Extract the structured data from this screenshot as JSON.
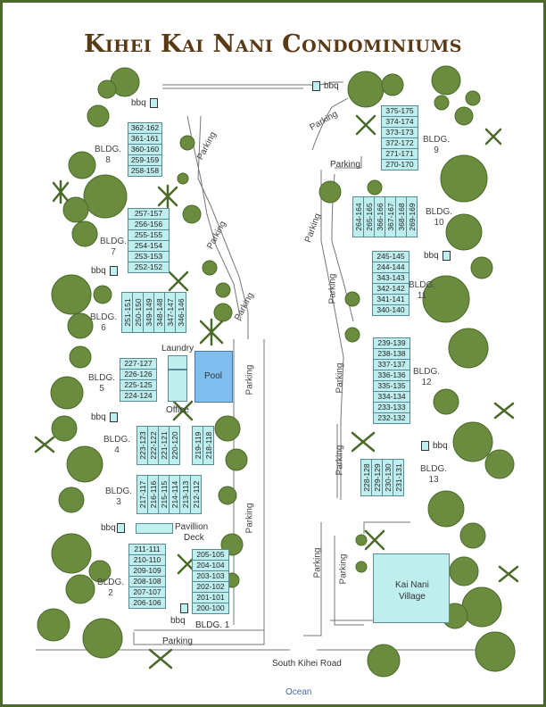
{
  "title": "Kihei Kai Nani Condominiums",
  "road": "South Kihei Road",
  "ocean": "Ocean",
  "colors": {
    "tree": "#6b8c3e",
    "tree_dark": "#4a6a2a",
    "unit": "#bfeeee",
    "pool": "#7fbfef",
    "title": "#5a3a14"
  },
  "parking": "Parking",
  "bbq": "bbq",
  "facilities": {
    "laundry": "Laundry",
    "pool": "Pool",
    "office": "Office",
    "pavillion": "Pavillion",
    "deck": "Deck",
    "village_line1": "Kai Nani",
    "village_line2": "Village"
  },
  "buildings": {
    "b1": {
      "name": "BLDG. 1",
      "units": [
        "205-105",
        "204-104",
        "203-103",
        "202-102",
        "201-101",
        "200-100"
      ]
    },
    "b2": {
      "name1": "BLDG.",
      "name2": "2",
      "units": [
        "211-111",
        "210-110",
        "209-109",
        "208-108",
        "207-107",
        "206-106"
      ]
    },
    "b3": {
      "name1": "BLDG.",
      "name2": "3",
      "units": [
        "217-117",
        "216-116",
        "215-115",
        "214-114",
        "213-113",
        "212-112"
      ]
    },
    "b4": {
      "name1": "BLDG.",
      "name2": "4",
      "units": [
        "223-123",
        "222-122",
        "221-121",
        "220-120",
        "219-119",
        "218-118"
      ]
    },
    "b5": {
      "name1": "BLDG.",
      "name2": "5",
      "units": [
        "227-127",
        "226-126",
        "225-125",
        "224-124"
      ]
    },
    "b6": {
      "name1": "BLDG.",
      "name2": "6",
      "units": [
        "251-151",
        "250-150",
        "349-149",
        "348-148",
        "347-147",
        "346-146"
      ]
    },
    "b7": {
      "name1": "BLDG.",
      "name2": "7",
      "units": [
        "257-157",
        "256-156",
        "255-155",
        "254-154",
        "253-153",
        "252-152"
      ]
    },
    "b8": {
      "name1": "BLDG.",
      "name2": "8",
      "units": [
        "362-162",
        "361-161",
        "360-160",
        "259-159",
        "258-158"
      ]
    },
    "b9": {
      "name1": "BLDG.",
      "name2": "9",
      "units": [
        "375-175",
        "374-174",
        "373-173",
        "372-172",
        "271-171",
        "270-170"
      ]
    },
    "b10": {
      "name1": "BLDG.",
      "name2": "10",
      "units": [
        "264-164",
        "265-165",
        "366-166",
        "367-167",
        "368-168",
        "269-169"
      ]
    },
    "b11": {
      "name1": "BLDG.",
      "name2": "11",
      "units": [
        "245-145",
        "244-144",
        "343-143",
        "342-142",
        "341-141",
        "340-140"
      ]
    },
    "b12": {
      "name1": "BLDG.",
      "name2": "12",
      "units": [
        "239-139",
        "238-138",
        "337-137",
        "336-136",
        "335-135",
        "334-134",
        "233-133",
        "232-132"
      ]
    },
    "b13": {
      "name1": "BLDG.",
      "name2": "13",
      "units": [
        "228-128",
        "229-129",
        "230-130",
        "231-131"
      ]
    }
  }
}
